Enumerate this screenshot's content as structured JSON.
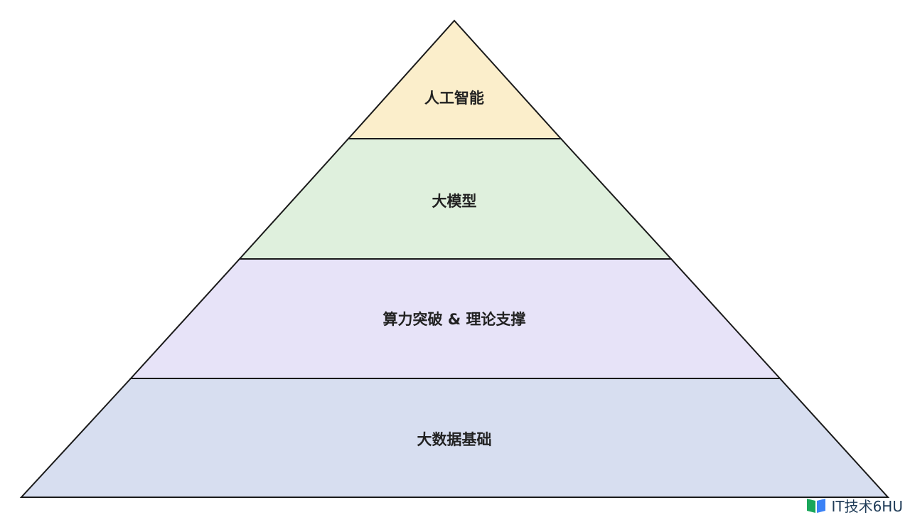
{
  "pyramid": {
    "layers": [
      {
        "label": "人工智能",
        "fill": "#fbeecb"
      },
      {
        "label": "大模型",
        "fill": "#dff0dd"
      },
      {
        "label": "算力突破 & 理论支撑",
        "fill": "#e7e3f8"
      },
      {
        "label": "大数据基础",
        "fill": "#d7def0"
      }
    ],
    "outline_color": "#1a1a1a"
  },
  "watermark": {
    "text": "IT技术6HU",
    "logo_colors": [
      "#1aa75b",
      "#3b82f6"
    ]
  }
}
